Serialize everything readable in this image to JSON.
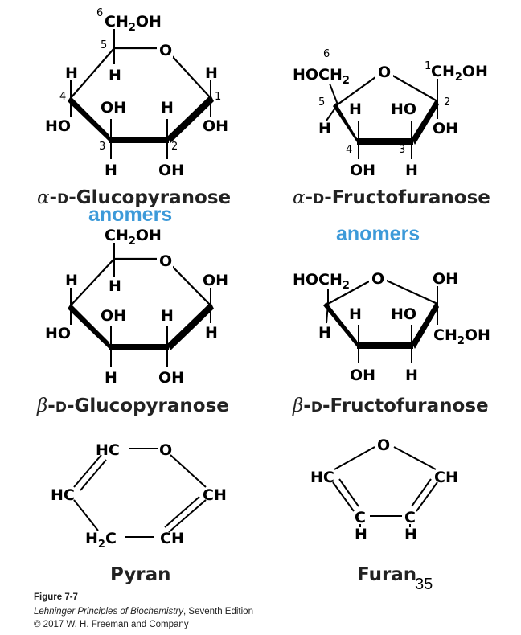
{
  "labels": {
    "alpha_glucose": {
      "greek": "α",
      "prefix": "-",
      "config": "D",
      "rest": "-Glucopyranose"
    },
    "alpha_fructose": {
      "greek": "α",
      "prefix": "-",
      "config": "D",
      "rest": "-Fructofuranose"
    },
    "beta_glucose": {
      "greek": "β",
      "prefix": "-",
      "config": "D",
      "rest": "-Glucopyranose"
    },
    "beta_fructose": {
      "greek": "β",
      "prefix": "-",
      "config": "D",
      "rest": "-Fructofuranose"
    },
    "pyran": "Pyran",
    "furan": "Furan"
  },
  "annotations": {
    "anomers_left": "anomers",
    "anomers_right": "anomers"
  },
  "atoms": {
    "O": "O",
    "H": "H",
    "OH": "OH",
    "HO": "HO",
    "HC": "HC",
    "CH": "CH",
    "C": "C",
    "CH2OH": {
      "main": "CH",
      "sub": "2",
      "tail": "OH"
    },
    "HOCH2": {
      "main": "HOCH",
      "sub": "2"
    },
    "H2C": {
      "main": "H",
      "sub": "2",
      "tail": "C"
    }
  },
  "carbon_numbers": [
    "1",
    "2",
    "3",
    "4",
    "5",
    "6"
  ],
  "caption": {
    "figure": "Figure 7-7",
    "book": "Lehninger Principles of Biochemistry",
    "edition": ", Seventh Edition",
    "copyright": "© 2017 W. H. Freeman and Company"
  },
  "page_number": "35"
}
